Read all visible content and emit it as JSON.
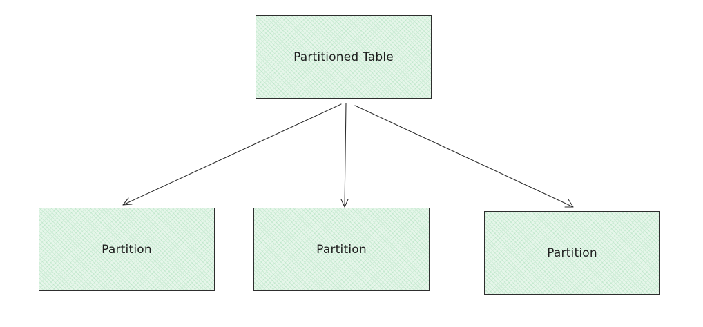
{
  "diagram": {
    "root": {
      "label": "Partitioned Table"
    },
    "children": [
      {
        "label": "Partition"
      },
      {
        "label": "Partition"
      },
      {
        "label": "Partition"
      }
    ],
    "colors": {
      "box_fill": "#e6f6ea",
      "hatch": "#96d7aa",
      "stroke": "#2e2e2e",
      "text": "#1e1e1e"
    }
  }
}
